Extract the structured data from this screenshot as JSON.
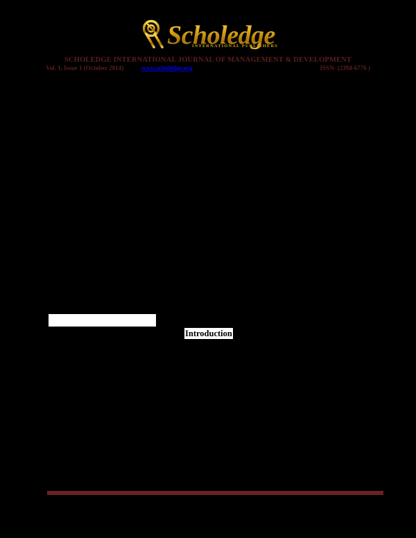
{
  "document": {
    "page_background": "#000000",
    "render_note_visible": false
  },
  "masthead": {
    "logo": {
      "icon_name": "scholedge-key-emblem-icon",
      "wordmark": "Scholedge",
      "tagline": "INTERNATIONAL PUBLISHERS",
      "gold_color": "#d9a314"
    },
    "journal_title": "SCHOLEDGE INTERNATIONAL JOURNAL OF MANAGEMENT & DEVELOPMENT",
    "title_color": "#5a1f1c",
    "issue": {
      "volume_issue": "Vol. 1, Issue 1 (October 2014)",
      "website": "www.scholedge.org",
      "website_color": "#0000ee",
      "issn": "ISSN- (2394-6776 )"
    }
  },
  "body": {
    "white_bar": {
      "label": "",
      "color": "#ffffff"
    },
    "section_heading": "Introduction"
  },
  "footer": {
    "rule_color": "#6b2222"
  }
}
